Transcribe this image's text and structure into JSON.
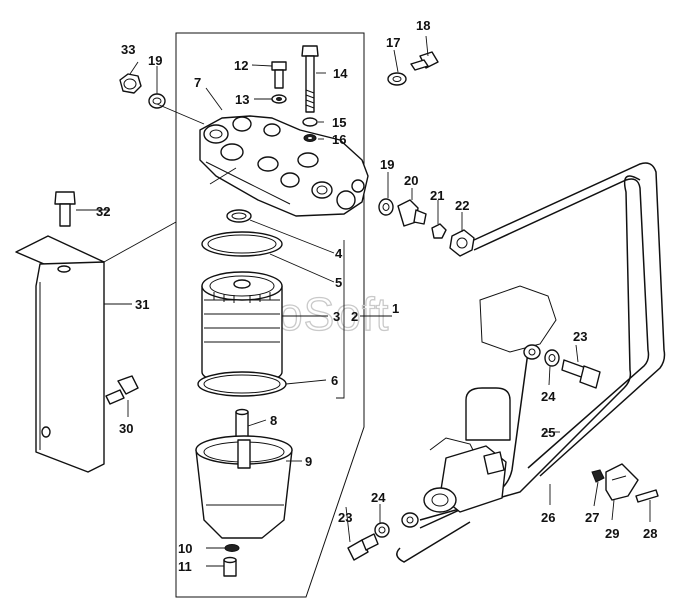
{
  "watermark": "AutoSoft",
  "callouts": {
    "c1": "1",
    "c2": "2",
    "c3": "3",
    "c4": "4",
    "c5": "5",
    "c6": "6",
    "c7": "7",
    "c8": "8",
    "c9": "9",
    "c10": "10",
    "c11": "11",
    "c12": "12",
    "c13": "13",
    "c14": "14",
    "c15": "15",
    "c16": "16",
    "c17": "17",
    "c18": "18",
    "c19a": "19",
    "c19b": "19",
    "c20": "20",
    "c21": "21",
    "c22": "22",
    "c23a": "23",
    "c23b": "23",
    "c24a": "24",
    "c24b": "24",
    "c25": "25",
    "c26": "26",
    "c27": "27",
    "c28": "28",
    "c29": "29",
    "c30": "30",
    "c31": "31",
    "c32": "32",
    "c33": "33"
  }
}
